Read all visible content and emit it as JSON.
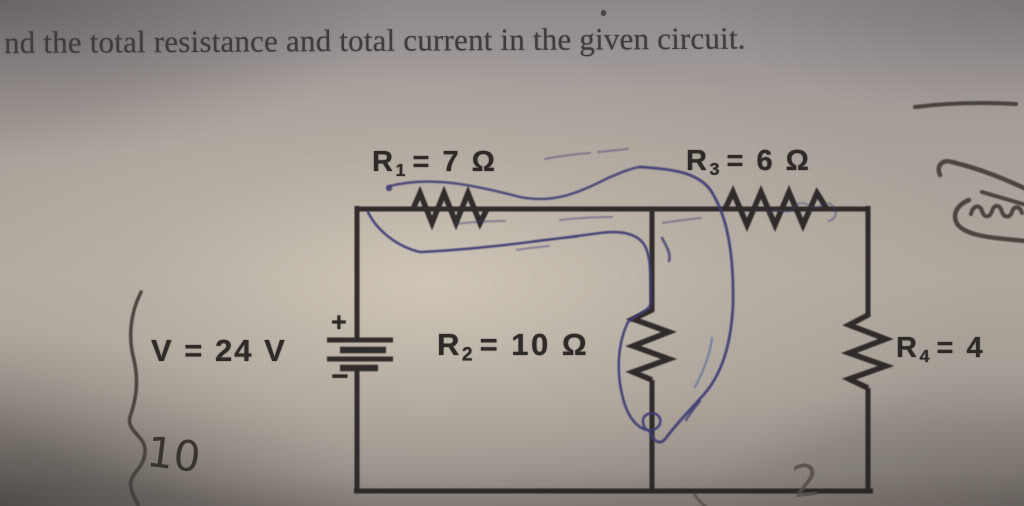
{
  "question": {
    "text": "nd the total resistance and total current in the given circuit."
  },
  "circuit": {
    "source": {
      "label": "V = 24 V",
      "plus": "+",
      "minus": "−"
    },
    "resistors": {
      "r1": {
        "symbol": "R",
        "sub": "1",
        "value": "= 7 Ω"
      },
      "r2": {
        "symbol": "R",
        "sub": "2",
        "value": "= 10 Ω"
      },
      "r3": {
        "symbol": "R",
        "sub": "3",
        "value": "= 6 Ω"
      },
      "r4": {
        "symbol": "R",
        "sub": "4",
        "value": "= 4"
      }
    }
  },
  "handwriting": {
    "left_note": "10",
    "bottom_note": "2"
  },
  "colors": {
    "printed_ink": "#262220",
    "pen_blue": "#3e3c73",
    "pencil_gray": "#423d39",
    "paper_center": "#c7beb0",
    "paper_edge": "#6f6862"
  }
}
